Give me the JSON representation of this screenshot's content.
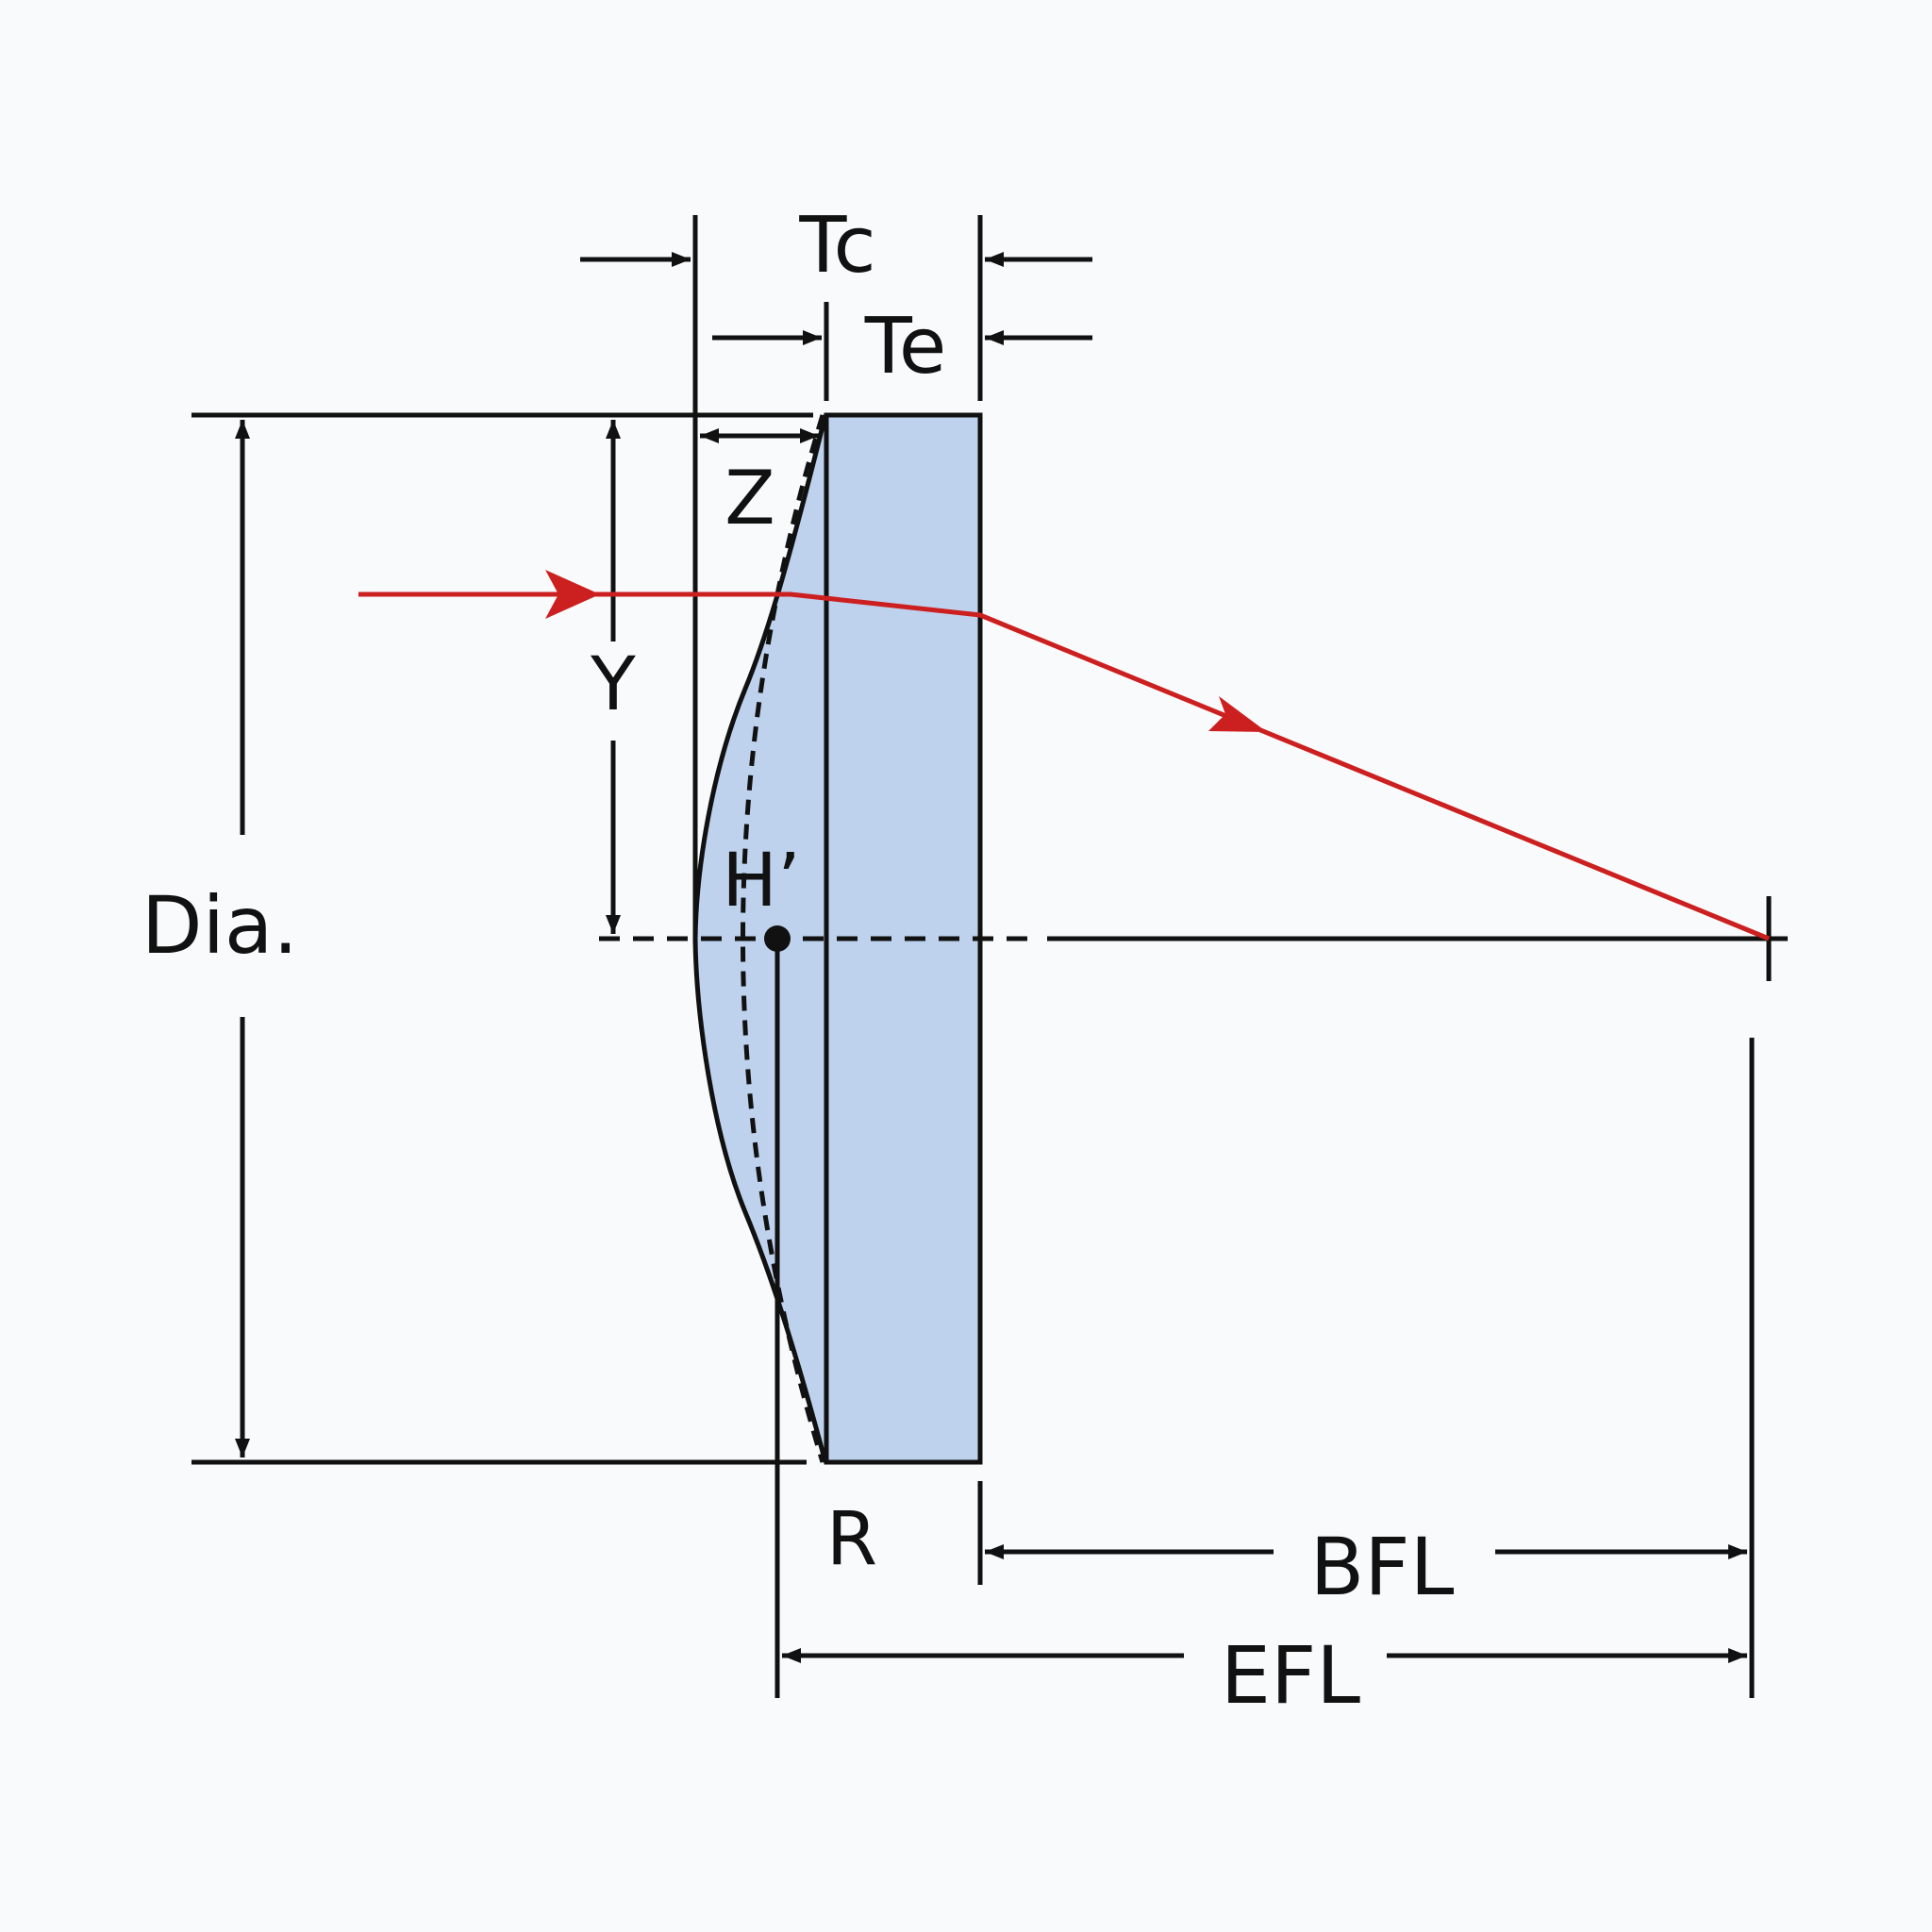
{
  "labels": {
    "tc": "Tc",
    "te": "Te",
    "z": "Z",
    "y": "Y",
    "h_prime": "H’",
    "dia": "Dia.",
    "r": "R",
    "bfl": "BFL",
    "efl": "EFL"
  },
  "colors": {
    "background": "#f9fafc",
    "lens_fill": "#bed2ed",
    "ray": "#cc1f1f",
    "line": "#111111"
  }
}
